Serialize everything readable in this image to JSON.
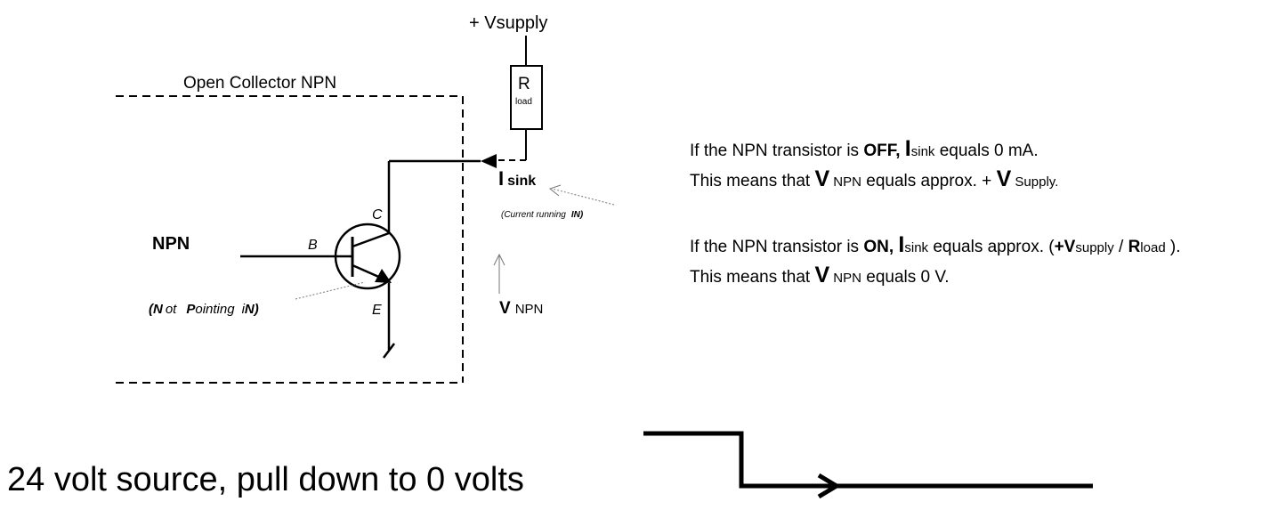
{
  "circuit": {
    "supply_label": "+ Vsupply",
    "resistor_r": "R",
    "resistor_sub": "load",
    "box_title": "Open Collector NPN",
    "input_label": "NPN",
    "pin_b": "B",
    "pin_c": "C",
    "pin_e": "E",
    "mnemonic_paren_open": "(",
    "mnemonic_n1": "N",
    "mnemonic_ot": "ot",
    "mnemonic_p": "P",
    "mnemonic_ointing": "ointing",
    "mnemonic_i": "i",
    "mnemonic_n2": "N",
    "mnemonic_paren_close": ")",
    "isink_i": "I",
    "isink_sub": "sink",
    "current_note_a": "(Current running",
    "current_note_b": "IN)",
    "vnpn_v": "V",
    "vnpn_sub": "NPN"
  },
  "explanation": {
    "off_pre": "If the NPN transistor is ",
    "off_state": "OFF, ",
    "off_i": "I",
    "off_sub": "sink",
    "off_post": " equals 0 mA.",
    "off_means_pre": "This means that ",
    "off_means_v": "V",
    "off_means_npn": " NPN",
    "off_means_mid": " equals approx. + ",
    "off_means_v2": "V",
    "off_means_supply": " Supply.",
    "on_pre": "If the NPN transistor is ",
    "on_state": "ON, ",
    "on_i": "I",
    "on_sub": "sink",
    "on_post": " equals approx.  (",
    "on_plusv": "+V",
    "on_vsub": "supply",
    "on_slash": " / ",
    "on_r": "R",
    "on_rsub": "load",
    "on_close": " ).",
    "on_means_pre": "This means that ",
    "on_means_v": "V",
    "on_means_npn": " NPN",
    "on_means_post": " equals 0 V."
  },
  "caption": "24 volt source, pull down to 0 volts"
}
